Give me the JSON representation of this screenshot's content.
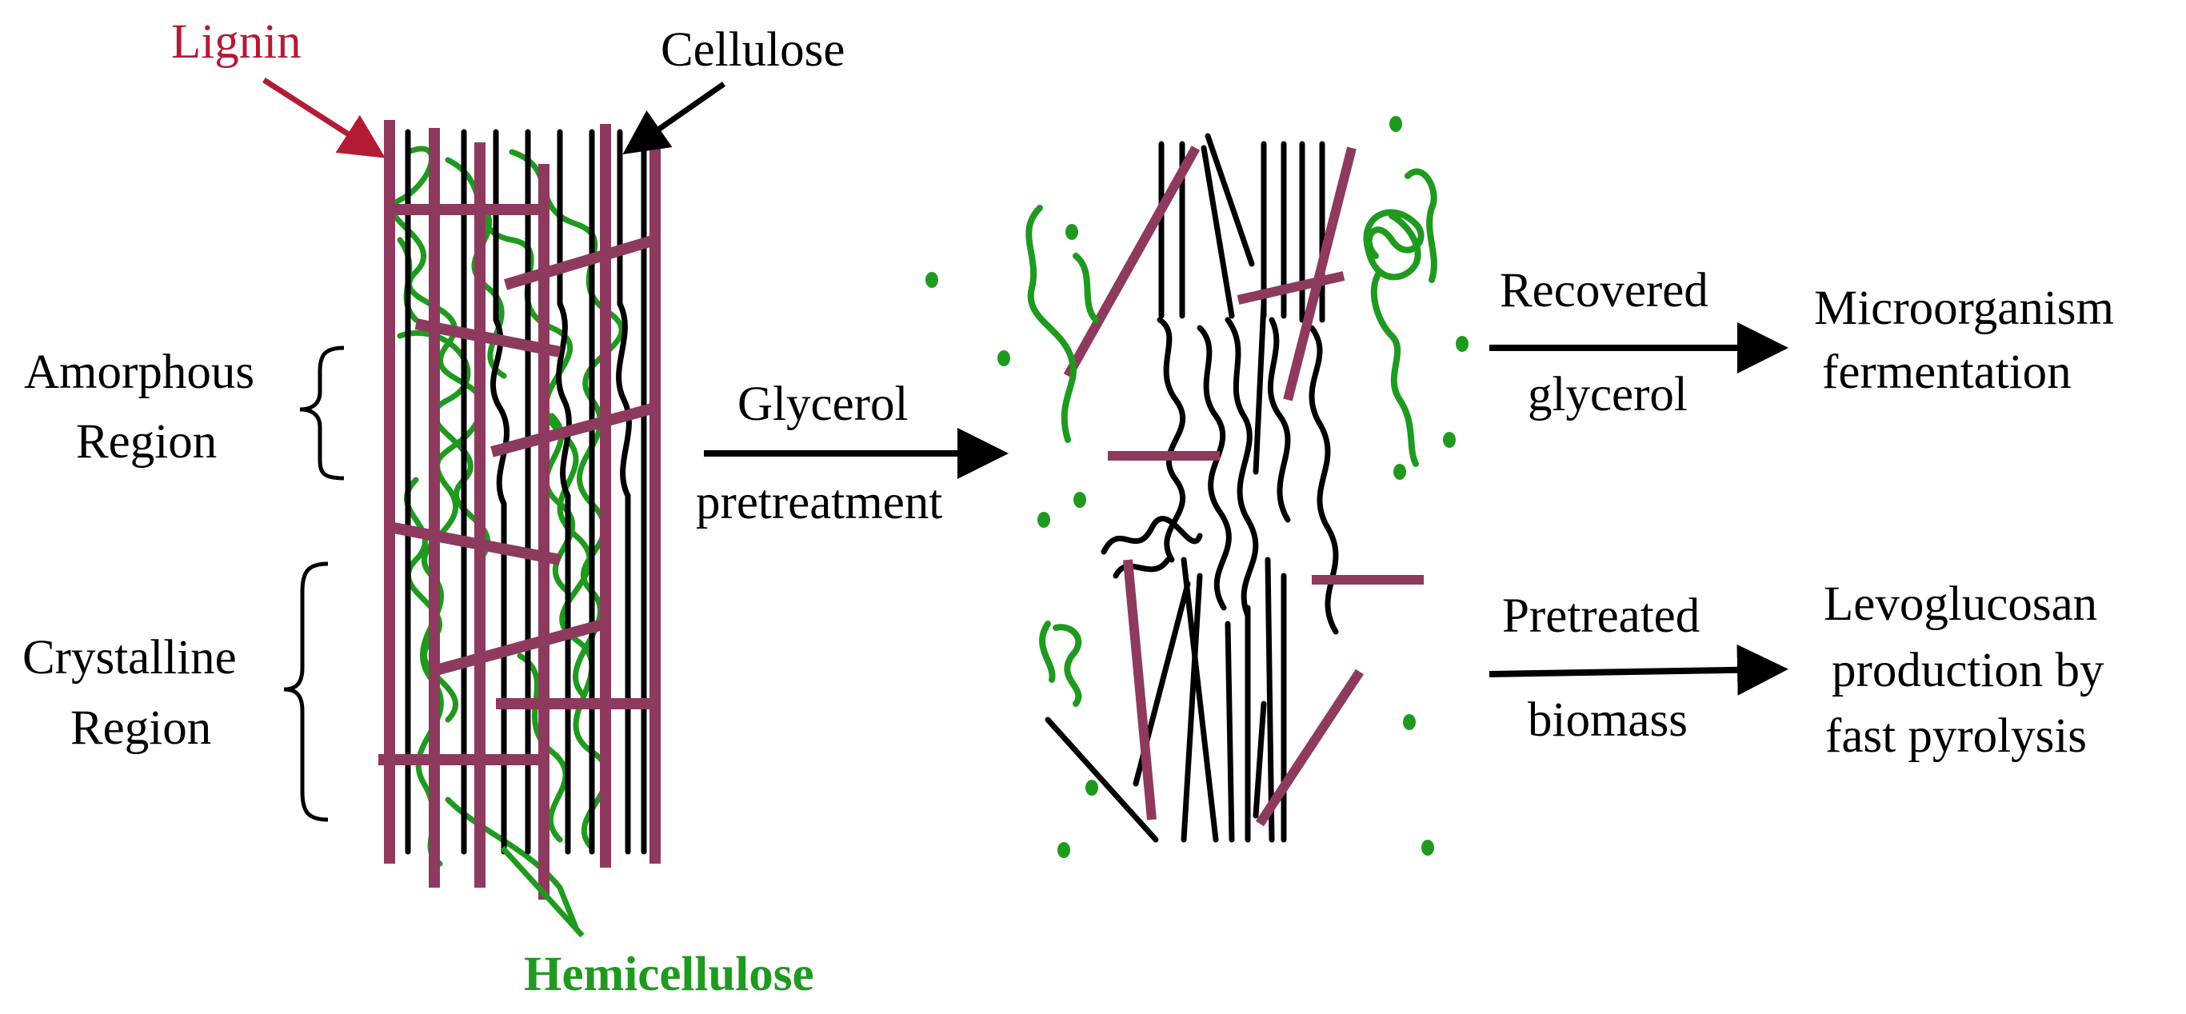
{
  "labels": {
    "lignin": "Lignin",
    "cellulose": "Cellulose",
    "hemicellulose": "Hemicellulose",
    "amorphous_line1": "Amorphous",
    "amorphous_line2": "Region",
    "crystalline_line1": "Crystalline",
    "crystalline_line2": "Region",
    "glycerol_line1": "Glycerol",
    "glycerol_line2": "pretreatment",
    "recovered_line1": "Recovered",
    "recovered_line2": "glycerol",
    "pretreated_line1": "Pretreated",
    "pretreated_line2": "biomass",
    "micro_line1": "Microorganism",
    "micro_line2": "fermentation",
    "levo_line1": "Levoglucosan",
    "levo_line2": "production by",
    "levo_line3": "fast pyrolysis"
  },
  "colors": {
    "lignin": "#8e3a5e",
    "lignin_label": "#b31b34",
    "cellulose": "#000000",
    "hemicellulose": "#1f9a1f"
  }
}
